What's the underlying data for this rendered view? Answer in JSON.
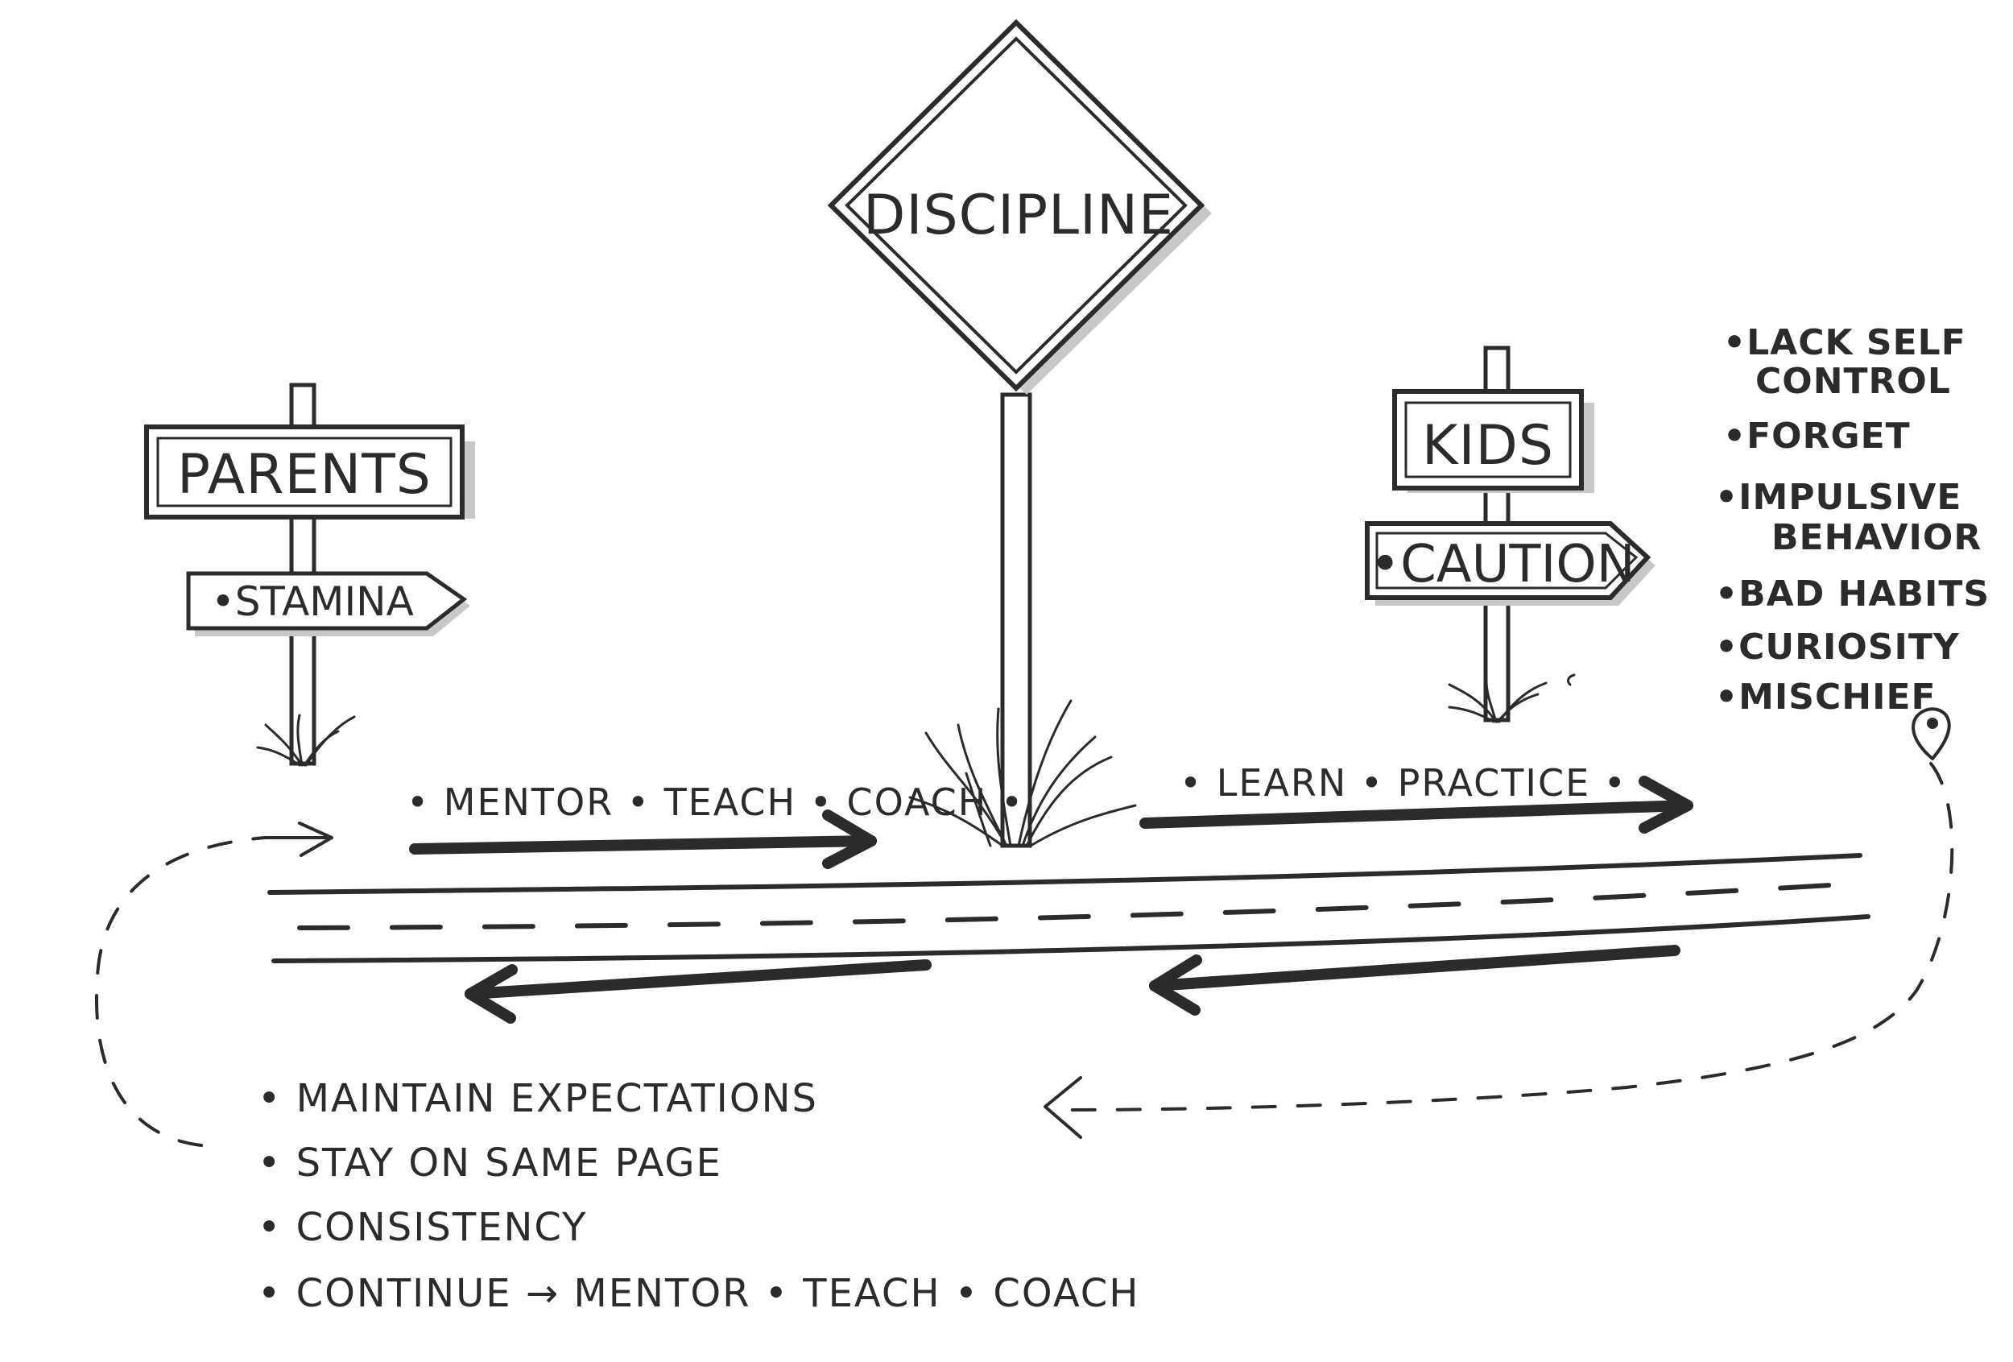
{
  "signs": {
    "discipline": "DISCIPLINE",
    "parents": "PARENTS",
    "stamina": "•STAMINA",
    "kids": "KIDS",
    "caution": "•CAUTION"
  },
  "road_labels": {
    "parents_actions": "• MENTOR • TEACH • COACH •",
    "kids_actions": "• LEARN • PRACTICE •"
  },
  "kid_traits": [
    "•LACK SELF",
    "CONTROL",
    "•FORGET",
    "•IMPULSIVE",
    "BEHAVIOR",
    "•BAD HABITS",
    "•CURIOSITY",
    "•MISCHIEF"
  ],
  "parent_steps": [
    "• MAINTAIN EXPECTATIONS",
    "• STAY ON SAME PAGE",
    "• CONSISTENCY",
    "• CONTINUE → MENTOR • TEACH • COACH"
  ],
  "colors": {
    "ink": "#2b2b2b",
    "shadow": "#b8b8b8",
    "paper": "#ffffff"
  }
}
